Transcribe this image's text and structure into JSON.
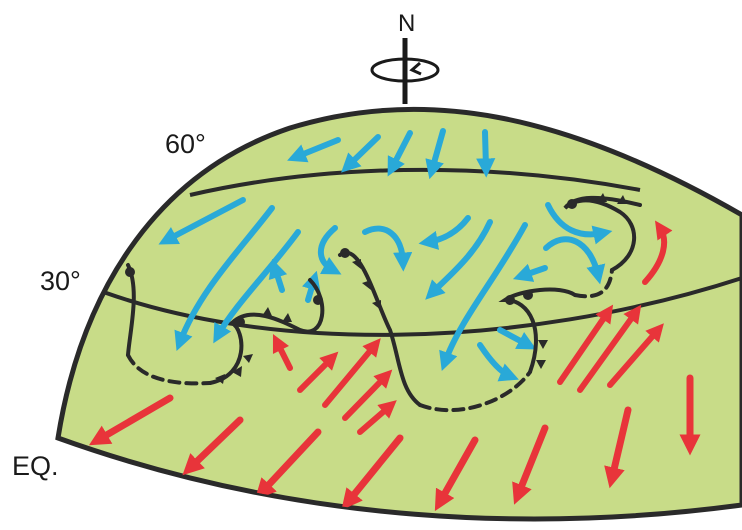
{
  "labels": {
    "north": "N",
    "lat60": "60°",
    "lat30": "30°",
    "equator": "EQ."
  },
  "colors": {
    "ground": "#c8dc88",
    "outline": "#2a2a2a",
    "polar_wind": "#29a9d8",
    "tropical_wind": "#e8343a",
    "front": "#2a2a2a"
  },
  "icons": {
    "rotation": "rotation-arrow-icon",
    "cold_front": "triangle-teeth",
    "warm_front": "semicircle-teeth"
  }
}
